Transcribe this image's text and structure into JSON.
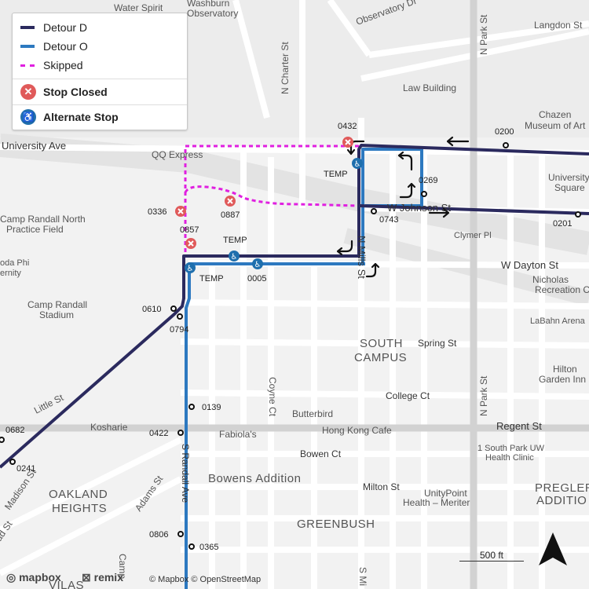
{
  "legend": {
    "detour_d": "Detour D",
    "detour_o": "Detour O",
    "skipped": "Skipped",
    "stop_closed": "Stop Closed",
    "alternate_stop": "Alternate Stop"
  },
  "colors": {
    "detour_d": "#2b2a5e",
    "detour_o": "#2d79c0",
    "skipped": "#e020e0",
    "stop_closed": "#e05a5a",
    "alternate_stop": "#1f6fad"
  },
  "map_labels": {
    "water_spirit": "Water Spirit",
    "washburn": "Washburn",
    "observatory": "Observatory",
    "observatory_dr": "Observatory Dr",
    "langdon_st": "Langdon St",
    "n_park_st_top": "N Park St",
    "n_charter_st": "N Charter St",
    "law_building": "Law Building",
    "chazen_1": "Chazen",
    "chazen_2": "Museum of Art",
    "university_ave": "University Ave",
    "qq_express": "QQ Express",
    "university_square_1": "University",
    "university_square_2": "Square",
    "w_johnson_st": "W Johnson St",
    "clymer_pl": "Clymer Pl",
    "camp_randall_north_1": "Camp Randall North",
    "camp_randall_north_2": "Practice Field",
    "phi_1": "oda Phi",
    "phi_2": "ernity",
    "n_mills_st": "N Mills St",
    "w_dayton_st": "W Dayton St",
    "nicholas_1": "Nicholas",
    "nicholas_2": "Recreation Ce",
    "camp_randall_1": "Camp Randall",
    "camp_randall_2": "Stadium",
    "labahn": "LaBahn Arena",
    "south_campus_1": "SOUTH",
    "south_campus_2": "CAMPUS",
    "spring_st": "Spring St",
    "hilton_1": "Hilton",
    "hilton_2": "Garden Inn",
    "college_ct": "College Ct",
    "little_st": "Little St",
    "coyne_ct": "Coyne Ct",
    "butterbird": "Butterbird",
    "n_park_st_mid": "N Park St",
    "kosharie": "Kosharie",
    "fabiolas": "Fabiola's",
    "hong_kong": "Hong Kong Cafe",
    "regent_st": "Regent St",
    "south_park_1": "1 South Park UW",
    "south_park_2": "Health Clinic",
    "s_randall_ave": "S Randall Ave",
    "bowen_ct": "Bowen Ct",
    "bowens_addition": "Bowens Addition",
    "madison_st": "Madison St",
    "oakland_1": "OAKLAND",
    "oakland_2": "HEIGHTS",
    "adams_st": "Adams St",
    "milton_st": "Milton St",
    "unitypoint_1": "UnityPoint",
    "unitypoint_2": "Health – Meriter",
    "preglers_1": "PREGLERS",
    "preglers_2": "ADDITIO",
    "greenbush": "GREENBUSH",
    "camp_vert": "Camp",
    "s_mi": "S Mi",
    "vilas": "VILAS",
    "ad_st": "ad St"
  },
  "stops": {
    "s0432": "0432",
    "s0200": "0200",
    "temp_top": "TEMP",
    "s0269": "0269",
    "s0743": "0743",
    "s0201": "0201",
    "s0336": "0336",
    "s0887": "0887",
    "s0857": "0857",
    "temp_mid": "TEMP",
    "temp_low": "TEMP",
    "s0005": "0005",
    "s0610": "0610",
    "s0794": "0794",
    "s0139": "0139",
    "s0422": "0422",
    "s0682": "0682",
    "s0241": "0241",
    "s0806": "0806",
    "s0365": "0365"
  },
  "attribution": {
    "mapbox": "mapbox",
    "remix": "remix",
    "credits": "© Mapbox © OpenStreetMap"
  },
  "scale_label": "500 ft"
}
